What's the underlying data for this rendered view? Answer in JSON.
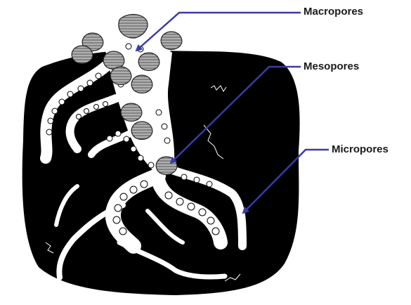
{
  "labels": {
    "macropores": "Macropores",
    "mesopores": "Mesopores",
    "micropores": "Micropores"
  },
  "colors": {
    "particle": "#000000",
    "pore_channel": "#ffffff",
    "aggregate_fill": "#8c8c8c",
    "pointer_arrow": "#3a3aa8"
  }
}
